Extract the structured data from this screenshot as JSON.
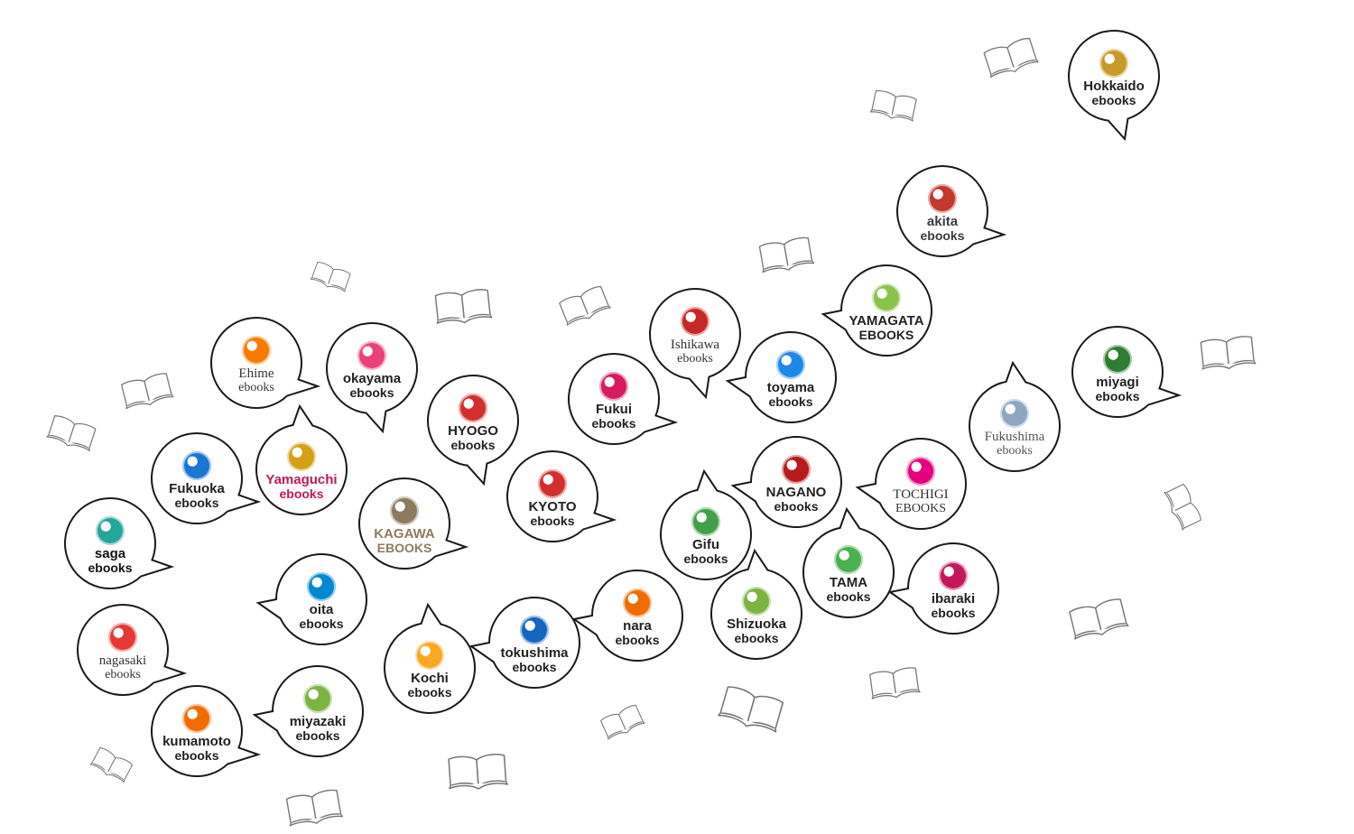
{
  "colors": {
    "outline": "#1a1a1a",
    "book": "#777777"
  },
  "books_icon": "open-book-icon",
  "bubbles": [
    {
      "id": "hokkaido",
      "name": "Hokkaido",
      "sub": "ebooks",
      "color": "#c79a2b",
      "text": "#222222"
    },
    {
      "id": "akita",
      "name": "akita",
      "sub": "ebooks",
      "color": "#c0392b",
      "text": "#3d3d3d"
    },
    {
      "id": "yamagata",
      "name": "YAMAGATA",
      "sub": "EBOOKS",
      "color": "#8bc34a",
      "text": "#222222"
    },
    {
      "id": "miyagi",
      "name": "miyagi",
      "sub": "ebooks",
      "color": "#2e7d32",
      "text": "#222222"
    },
    {
      "id": "fukushima",
      "name": "Fukushima",
      "sub": "ebooks",
      "color": "#8fa6c2",
      "text": "#555555"
    },
    {
      "id": "tochigi",
      "name": "TOCHIGI",
      "sub": "EBOOKS",
      "color": "#e6007e",
      "text": "#333333"
    },
    {
      "id": "ibaraki",
      "name": "ibaraki",
      "sub": "ebooks",
      "color": "#c2185b",
      "text": "#222222"
    },
    {
      "id": "tama",
      "name": "TAMA",
      "sub": "ebooks",
      "color": "#4caf50",
      "text": "#222222"
    },
    {
      "id": "nagano",
      "name": "NAGANO",
      "sub": "ebooks",
      "color": "#b71c1c",
      "text": "#222222"
    },
    {
      "id": "toyama",
      "name": "toyama",
      "sub": "ebooks",
      "color": "#1e88e5",
      "text": "#222222"
    },
    {
      "id": "ishikawa",
      "name": "Ishikawa",
      "sub": "ebooks",
      "color": "#c62828",
      "text": "#333333"
    },
    {
      "id": "fukui",
      "name": "Fukui",
      "sub": "ebooks",
      "color": "#d81b60",
      "text": "#222222"
    },
    {
      "id": "gifu",
      "name": "Gifu",
      "sub": "ebooks",
      "color": "#43a047",
      "text": "#222222"
    },
    {
      "id": "shizuoka",
      "name": "Shizuoka",
      "sub": "ebooks",
      "color": "#7cb342",
      "text": "#222222"
    },
    {
      "id": "kyoto",
      "name": "KYOTO",
      "sub": "ebooks",
      "color": "#d32f2f",
      "text": "#222222"
    },
    {
      "id": "nara",
      "name": "nara",
      "sub": "ebooks",
      "color": "#ef6c00",
      "text": "#222222"
    },
    {
      "id": "hyogo",
      "name": "HYOGO",
      "sub": "ebooks",
      "color": "#d32f2f",
      "text": "#222222"
    },
    {
      "id": "tokushima",
      "name": "tokushima",
      "sub": "ebooks",
      "color": "#1565c0",
      "text": "#222222"
    },
    {
      "id": "kagawa",
      "name": "KAGAWA",
      "sub": "EBOOKS",
      "color": "#8d7b5f",
      "text": "#8d7b5f"
    },
    {
      "id": "kochi",
      "name": "Kochi",
      "sub": "ebooks",
      "color": "#f9a825",
      "text": "#222222"
    },
    {
      "id": "okayama",
      "name": "okayama",
      "sub": "ebooks",
      "color": "#ec407a",
      "text": "#222222"
    },
    {
      "id": "ehime",
      "name": "Ehime",
      "sub": "ebooks",
      "color": "#f57c00",
      "text": "#333333"
    },
    {
      "id": "yamaguchi",
      "name": "Yamaguchi",
      "sub": "ebooks",
      "color": "#d4a017",
      "text": "#c2185b"
    },
    {
      "id": "fukuoka",
      "name": "Fukuoka",
      "sub": "ebooks",
      "color": "#1976d2",
      "text": "#222222"
    },
    {
      "id": "oita",
      "name": "oita",
      "sub": "ebooks",
      "color": "#0288d1",
      "text": "#222222"
    },
    {
      "id": "saga",
      "name": "saga",
      "sub": "ebooks",
      "color": "#26a69a",
      "text": "#111111"
    },
    {
      "id": "nagasaki",
      "name": "nagasaki",
      "sub": "ebooks",
      "color": "#e53935",
      "text": "#333333"
    },
    {
      "id": "kumamoto",
      "name": "kumamoto",
      "sub": "ebooks",
      "color": "#ef6c00",
      "text": "#222222"
    },
    {
      "id": "miyazaki",
      "name": "miyazaki",
      "sub": "ebooks",
      "color": "#7cb342",
      "text": "#222222"
    }
  ]
}
